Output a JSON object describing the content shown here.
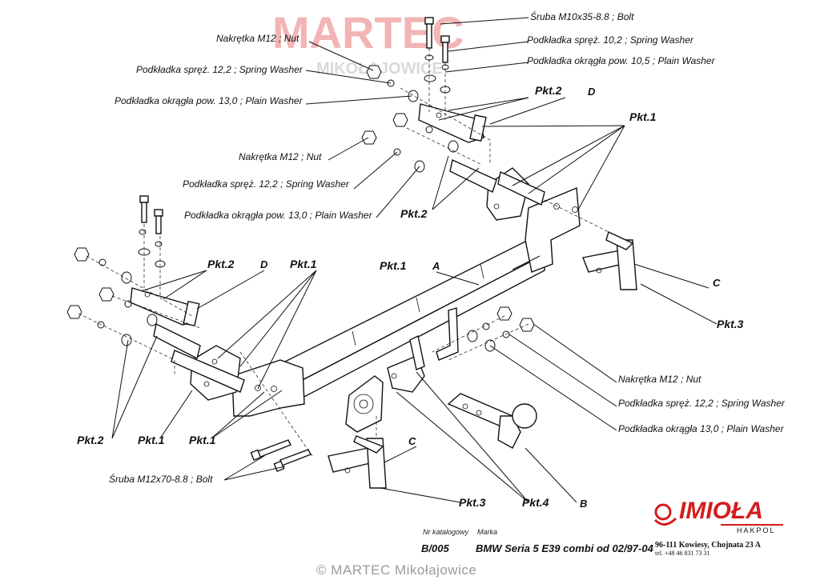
{
  "watermark": {
    "brand": "MARTEC",
    "sub": "MIKOŁAJOWICE"
  },
  "labels": {
    "bolt_m10": "Śruba M10x35-8.8   ;  Bolt",
    "spring_washer_10": "Podkładka spręż. 10,2 ; Spring Washer",
    "plain_washer_105": "Podkładka okrągła pow. 10,5 ; Plain Washer",
    "nut_m12_a": "Nakrętka  M12 ; Nut",
    "spring_washer_12_a": "Podkładka spręż. 12,2 ; Spring Washer",
    "plain_washer_13_a": "Podkładka okrągła pow. 13,0 ; Plain Washer",
    "nut_m12_b": "Nakrętka  M12 ; Nut",
    "spring_washer_12_b": "Podkładka spręż. 12,2 ; Spring Washer",
    "plain_washer_13_b": "Podkładka okrągła pow. 13,0 ; Plain Washer",
    "nut_m12_c": "Nakrętka  M12 ; Nut",
    "spring_washer_12_c": "Podkładka spręż. 12,2 ; Spring Washer",
    "plain_washer_13_c": "Podkładka okrągła 13,0 ; Plain Washer",
    "bolt_m12": "Śruba M12x70-8.8   ;  Bolt"
  },
  "points": {
    "pkt1_top": "Pkt.1",
    "pkt2_top": "Pkt.2",
    "pkt2_mid": "Pkt.2",
    "pkt1_center": "Pkt.1",
    "pkt2_left": "Pkt.2",
    "pkt1_left": "Pkt.1",
    "pkt3_right": "Pkt.3",
    "pkt2_bottom": "Pkt.2",
    "pkt1_bottom_a": "Pkt.1",
    "pkt1_bottom_b": "Pkt.1",
    "pkt3_bottom": "Pkt.3",
    "pkt4_bottom": "Pkt.4"
  },
  "parts": {
    "a": "A",
    "b": "B",
    "c_right": "C",
    "c_bottom": "C",
    "d_top": "D",
    "d_left": "D"
  },
  "footer": {
    "catalog_label": "Nr katalogowy",
    "brand_label": "Marka",
    "catalog_number": "B/005",
    "model": "BMW Seria 5 E39 combi    od 02/97-04",
    "company_logo": "IMIOŁA",
    "company_sub": "HAKPOL",
    "address": "96-111 Kowiesy, Chojnata 23 A",
    "tel": "tel. +48 46 831 73 31",
    "copyright": "© MARTEC Mikołajowice"
  }
}
